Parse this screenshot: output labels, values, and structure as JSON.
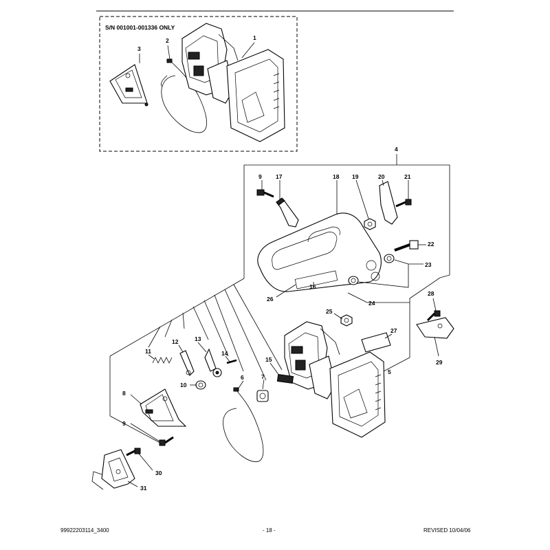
{
  "inset_note": "S/N 001001-001336 ONLY",
  "callouts": {
    "c1": "1",
    "c2": "2",
    "c3": "3",
    "c4": "4",
    "c5": "5",
    "c6": "6",
    "c7": "7",
    "c8": "8",
    "c9a": "9",
    "c9b": "9",
    "c10": "10",
    "c11": "11",
    "c12": "12",
    "c13": "13",
    "c14": "14",
    "c15": "15",
    "c16": "16",
    "c17": "17",
    "c18": "18",
    "c19": "19",
    "c20": "20",
    "c21": "21",
    "c22": "22",
    "c23": "23",
    "c24": "24",
    "c25": "25",
    "c26": "26",
    "c27": "27",
    "c28": "28",
    "c29": "29",
    "c30": "30",
    "c31": "31"
  },
  "footer": {
    "doc_number": "99922203114_3400",
    "page": "- 18 -",
    "revised": "REVISED 10/04/06"
  }
}
